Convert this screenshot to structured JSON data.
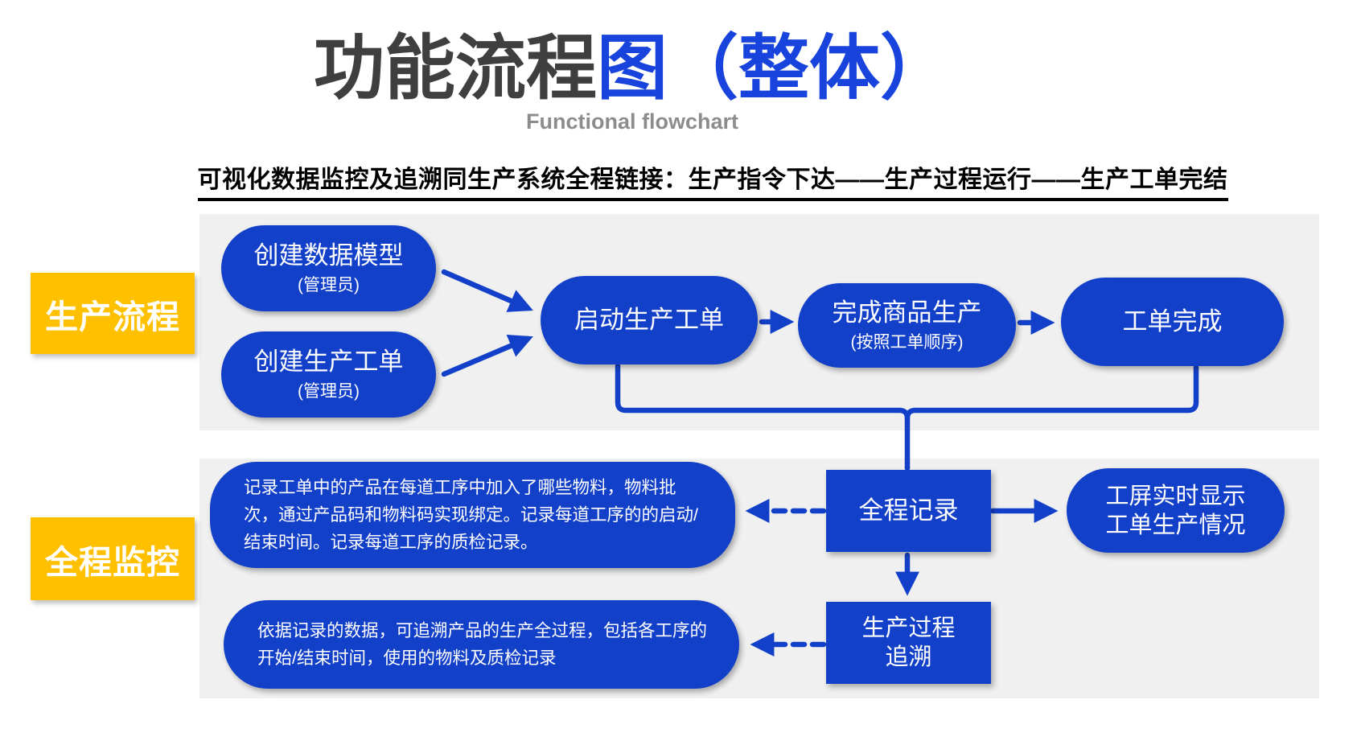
{
  "title": {
    "part_dark": "功能流程",
    "part_blue": "图（整体）",
    "subtitle": "Functional flowchart"
  },
  "heading": "可视化数据监控及追溯同生产系统全程链接：生产指令下达——生产过程运行——生产工单完结",
  "sections": {
    "production": {
      "label": "生产流程"
    },
    "monitoring": {
      "label": "全程监控"
    }
  },
  "nodes": {
    "create_model": {
      "title": "创建数据模型",
      "subtitle": "(管理员)"
    },
    "create_order": {
      "title": "创建生产工单",
      "subtitle": "(管理员)"
    },
    "start_order": {
      "title": "启动生产工单"
    },
    "finish_product": {
      "title": "完成商品生产",
      "subtitle": "(按照工单顺序)"
    },
    "order_done": {
      "title": "工单完成"
    },
    "full_record": {
      "title": "全程记录"
    },
    "screen_display": {
      "line1": "工屏实时显示",
      "line2": "工单生产情况"
    },
    "process_trace": {
      "line1": "生产过程",
      "line2": "追溯"
    }
  },
  "notes": {
    "record_note": "记录工单中的产品在每道工序中加入了哪些物料，物料批次，通过产品码和物料码实现绑定。记录每道工序的的启动/结束时间。记录每道工序的质检记录。",
    "trace_note": "依据记录的数据，可追溯产品的生产全过程，包括各工序的开始/结束时间，使用的物料及质检记录"
  },
  "colors": {
    "shape_blue": "#1340c8",
    "title_blue": "#1843dc",
    "title_dark": "#3f3f3f",
    "subtitle_gray": "#8c8c8c",
    "section_yellow": "#ffc000",
    "panel_gray": "#f0f0f0"
  }
}
